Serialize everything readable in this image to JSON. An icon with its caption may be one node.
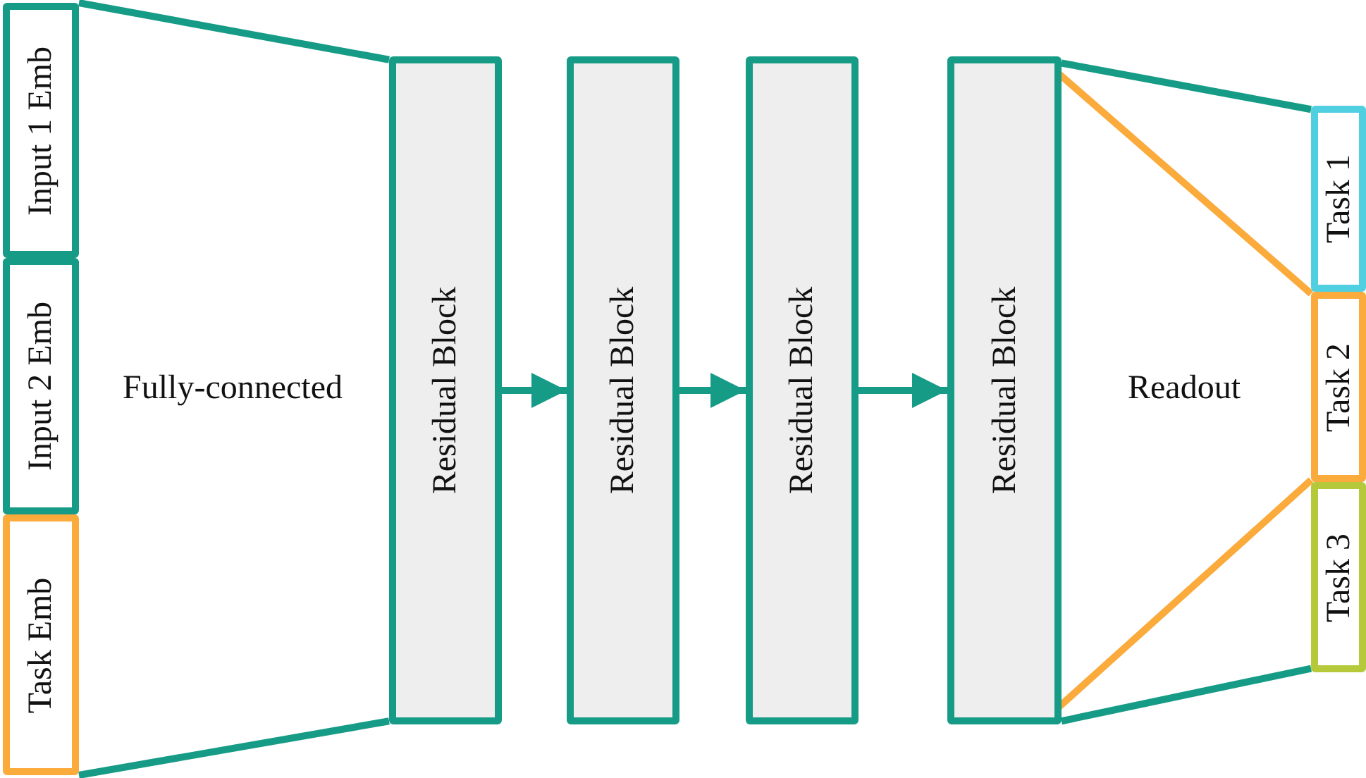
{
  "diagram": {
    "nodes": [
      {
        "text": [
          "Input 1 Emb"
        ]
      },
      {
        "text": [
          "Input 2 Emb"
        ]
      },
      {
        "text": [
          "Task Emb"
        ]
      },
      {
        "text": [
          "Residual Block"
        ]
      },
      {
        "text": [
          "Residual Block"
        ]
      },
      {
        "text": [
          "Residual Block"
        ]
      },
      {
        "text": [
          "Residual Block"
        ]
      },
      {
        "text": [
          "Task 1"
        ]
      },
      {
        "text": [
          "Task 2"
        ]
      },
      {
        "text": [
          "Task 3"
        ]
      }
    ],
    "edges": [
      {
        "from": 0,
        "to": 3,
        "arrow": "none"
      },
      {
        "from": 2,
        "to": 3,
        "arrow": "none"
      },
      {
        "from": 3,
        "to": 4,
        "arrow": "to"
      },
      {
        "from": 4,
        "to": 5,
        "arrow": "to"
      },
      {
        "from": 5,
        "to": 6,
        "arrow": "to"
      },
      {
        "from": 6,
        "to": 7,
        "arrow": "none"
      },
      {
        "from": 6,
        "to": 8,
        "arrow": "none",
        "color": "#fbaa3c"
      },
      {
        "from": 6,
        "to": 8,
        "arrow": "none",
        "color": "#fbaa3c"
      },
      {
        "from": 6,
        "to": 9,
        "arrow": "none"
      }
    ],
    "labels": [
      "Fully-connected",
      "Readout"
    ]
  }
}
